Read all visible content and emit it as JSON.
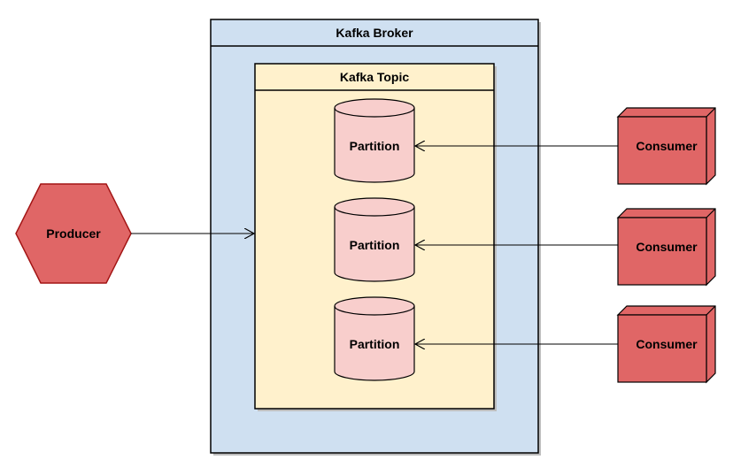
{
  "broker": {
    "title": "Kafka Broker"
  },
  "topic": {
    "title": "Kafka Topic"
  },
  "producer": {
    "label": "Producer"
  },
  "partitions": [
    {
      "label": "Partition"
    },
    {
      "label": "Partition"
    },
    {
      "label": "Partition"
    }
  ],
  "consumers": [
    {
      "label": "Consumer"
    },
    {
      "label": "Consumer"
    },
    {
      "label": "Consumer"
    }
  ],
  "colors": {
    "broker_fill": "#cfe0f1",
    "topic_fill": "#fff1cc",
    "partition_fill": "#f8cecc",
    "node_fill": "#e06666",
    "node_stroke": "#a31515",
    "shadow": "#bdbdbd"
  }
}
